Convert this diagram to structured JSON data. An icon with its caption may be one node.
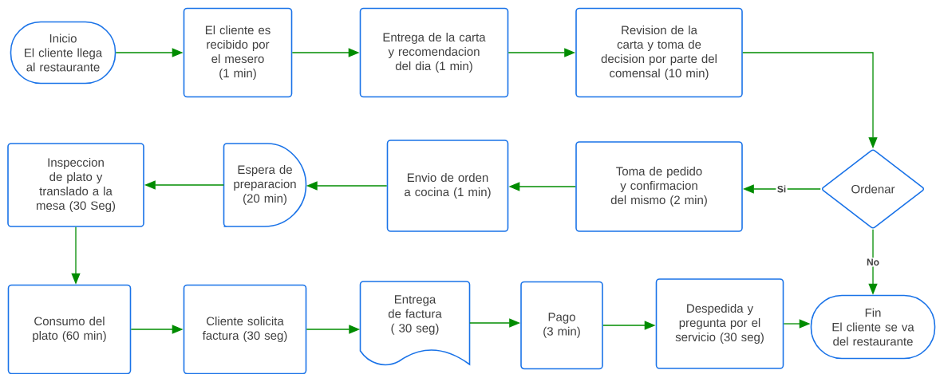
{
  "diagram": {
    "nodes": [
      {
        "text": [
          "Inicio",
          "El cliente llega al restaurante"
        ]
      },
      {
        "text": [
          "El cliente es recibido por el mesero (1 min)"
        ]
      },
      {
        "text": [
          "Entrega de la carta y recomendacion del dia (1 min)"
        ]
      },
      {
        "text": [
          "Revision de la carta y toma de decision por parte del comensal (10 min)"
        ]
      },
      {
        "text": [
          "Ordenar"
        ]
      },
      {
        "text": [
          "Toma de pedido y confirmacion del mismo (2 min)"
        ]
      },
      {
        "text": [
          "Envio de orden a cocina (1 min)"
        ]
      },
      {
        "text": [
          "Espera de preparacion (20 min)"
        ]
      },
      {
        "text": [
          "Inspeccion de plato y translado a la mesa (30 Seg)"
        ]
      },
      {
        "text": [
          "Consumo del plato (60 min)"
        ]
      },
      {
        "text": [
          "Cliente solicita factura (30 seg)"
        ]
      },
      {
        "text": [
          "Entrega de factura ( 30 seg)"
        ]
      },
      {
        "text": [
          "Pago (3 min)"
        ]
      },
      {
        "text": [
          "Despedida y pregunta por el servicio (30 seg)"
        ]
      },
      {
        "text": [
          "Fin",
          "El cliente se va del restaurante"
        ]
      }
    ],
    "edges": [
      {
        "from": 0,
        "to": 1,
        "arrow": "to"
      },
      {
        "from": 1,
        "to": 2,
        "arrow": "to"
      },
      {
        "from": 2,
        "to": 3,
        "arrow": "to"
      },
      {
        "from": 3,
        "to": 4,
        "arrow": "to"
      },
      {
        "from": 4,
        "to": 5,
        "arrow": "to",
        "label": "Si"
      },
      {
        "from": 5,
        "to": 6,
        "arrow": "to"
      },
      {
        "from": 6,
        "to": 7,
        "arrow": "to"
      },
      {
        "from": 7,
        "to": 8,
        "arrow": "to"
      },
      {
        "from": 8,
        "to": 9,
        "arrow": "to"
      },
      {
        "from": 9,
        "to": 10,
        "arrow": "to"
      },
      {
        "from": 10,
        "to": 11,
        "arrow": "to"
      },
      {
        "from": 11,
        "to": 12,
        "arrow": "to"
      },
      {
        "from": 12,
        "to": 13,
        "arrow": "to"
      },
      {
        "from": 13,
        "to": 14,
        "arrow": "to"
      },
      {
        "from": 4,
        "to": 14,
        "arrow": "to",
        "label": "No"
      }
    ]
  }
}
